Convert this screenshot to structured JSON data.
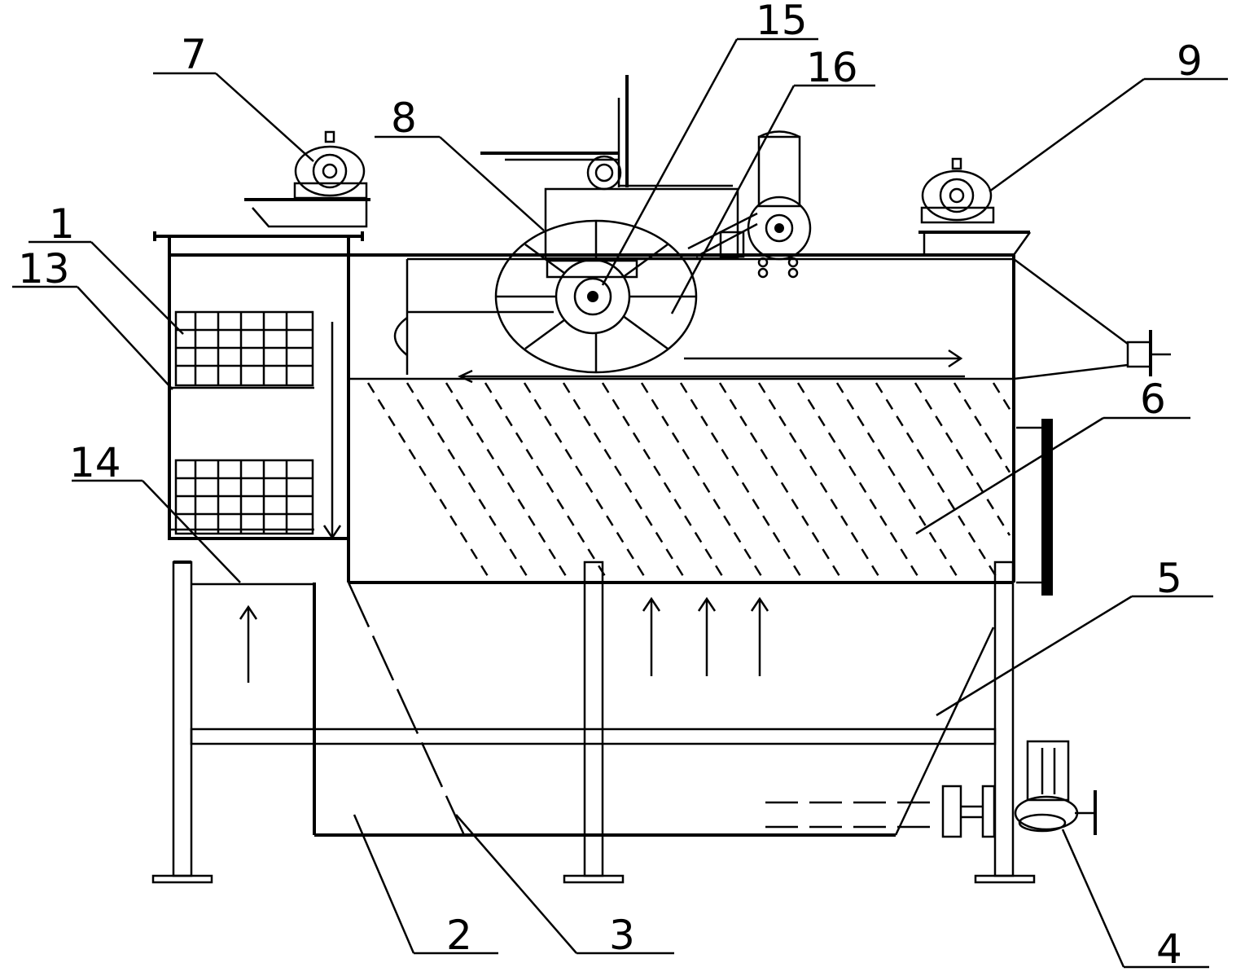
{
  "callouts": [
    {
      "id": "c1",
      "label": "1"
    },
    {
      "id": "c2",
      "label": "2"
    },
    {
      "id": "c3",
      "label": "3"
    },
    {
      "id": "c4",
      "label": "4"
    },
    {
      "id": "c5",
      "label": "5"
    },
    {
      "id": "c6",
      "label": "6"
    },
    {
      "id": "c7",
      "label": "7"
    },
    {
      "id": "c8",
      "label": "8"
    },
    {
      "id": "c9",
      "label": "9"
    },
    {
      "id": "c13",
      "label": "13"
    },
    {
      "id": "c14",
      "label": "14"
    },
    {
      "id": "c15",
      "label": "15"
    },
    {
      "id": "c16",
      "label": "16"
    }
  ]
}
